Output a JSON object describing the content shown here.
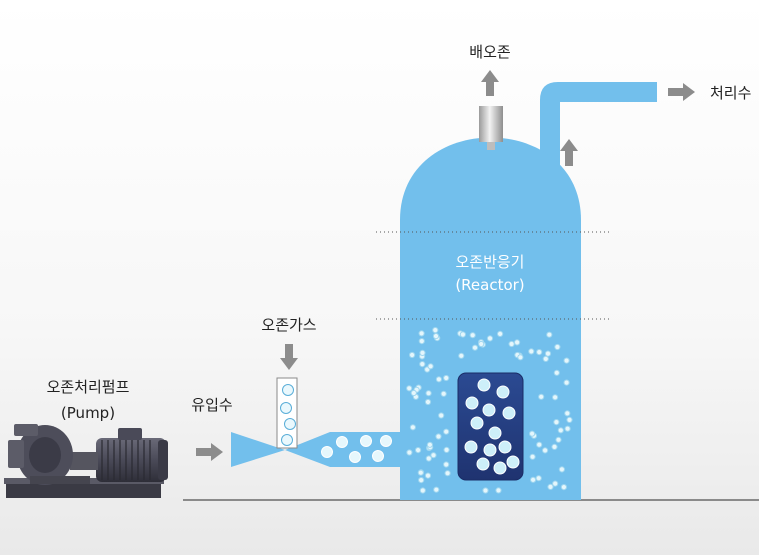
{
  "labels": {
    "exhaust_ozone": "배오존",
    "treated_water": "처리수",
    "reactor_ko": "오존반응기",
    "reactor_en": "(Reactor)",
    "ozone_gas": "오존가스",
    "inflow_water": "유입수",
    "pump_ko": "오존처리펌프",
    "pump_en": "(Pump)"
  },
  "colors": {
    "water": "#72bfec",
    "water_light": "#86caf0",
    "core": "#2a3f86",
    "arrow": "#8c8c8c",
    "bubble": "#d8f3fb",
    "ground": "#8a8a8a"
  }
}
